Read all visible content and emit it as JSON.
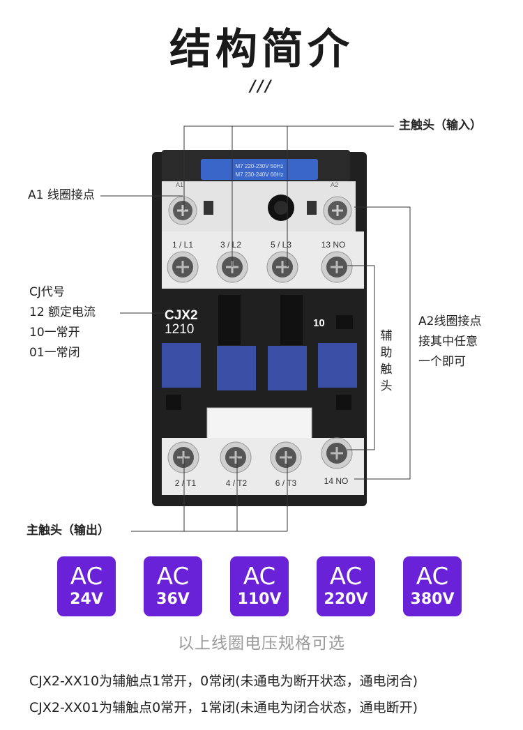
{
  "page": {
    "title": "结构简介",
    "decoration": "///"
  },
  "labels": {
    "main_input": "主触头（输入）",
    "a1_coil": "A1 线圈接点",
    "cj_code": [
      "CJ代号",
      "12 额定电流",
      "10一常开",
      "01一常闭"
    ],
    "a2_coil": [
      "A2线圈接点",
      "接其中任意",
      "一个即可"
    ],
    "aux_contact": [
      "辅",
      "助",
      "触",
      "头"
    ],
    "main_output": "主触头（输出）"
  },
  "device": {
    "coil_label_line1": "M7 220-230V 50Hz",
    "coil_label_line2": "M7 230-240V 60Hz",
    "a1": "A1",
    "a2": "A2",
    "top_terminals": [
      "1 / L1",
      "3 / L2",
      "5 / L3",
      "13 NO"
    ],
    "model_line1": "CJX2",
    "model_line2": "1210",
    "aux_code": "10",
    "bottom_terminals": [
      "2 / T1",
      "4 / T2",
      "6 / T3",
      "14 NO"
    ]
  },
  "voltages": [
    {
      "ac": "AC",
      "v": "24V"
    },
    {
      "ac": "AC",
      "v": "36V"
    },
    {
      "ac": "AC",
      "v": "110V"
    },
    {
      "ac": "AC",
      "v": "220V"
    },
    {
      "ac": "AC",
      "v": "380V"
    }
  ],
  "colors": {
    "voltage_badge": "#6a22d8",
    "housing": "#202020",
    "terminal_block": "#e6e6e6",
    "blue_button": "#3b4fa6",
    "coil_label": "#3a66c9"
  },
  "subtitle": "以上线圈电压规格可选",
  "notes": [
    "CJX2-XX10为辅触点1常开，0常闭(未通电为断开状态，通电闭合)",
    "CJX2-XX01为辅触点0常开，1常闭(未通电为闭合状态，通电断开)"
  ]
}
